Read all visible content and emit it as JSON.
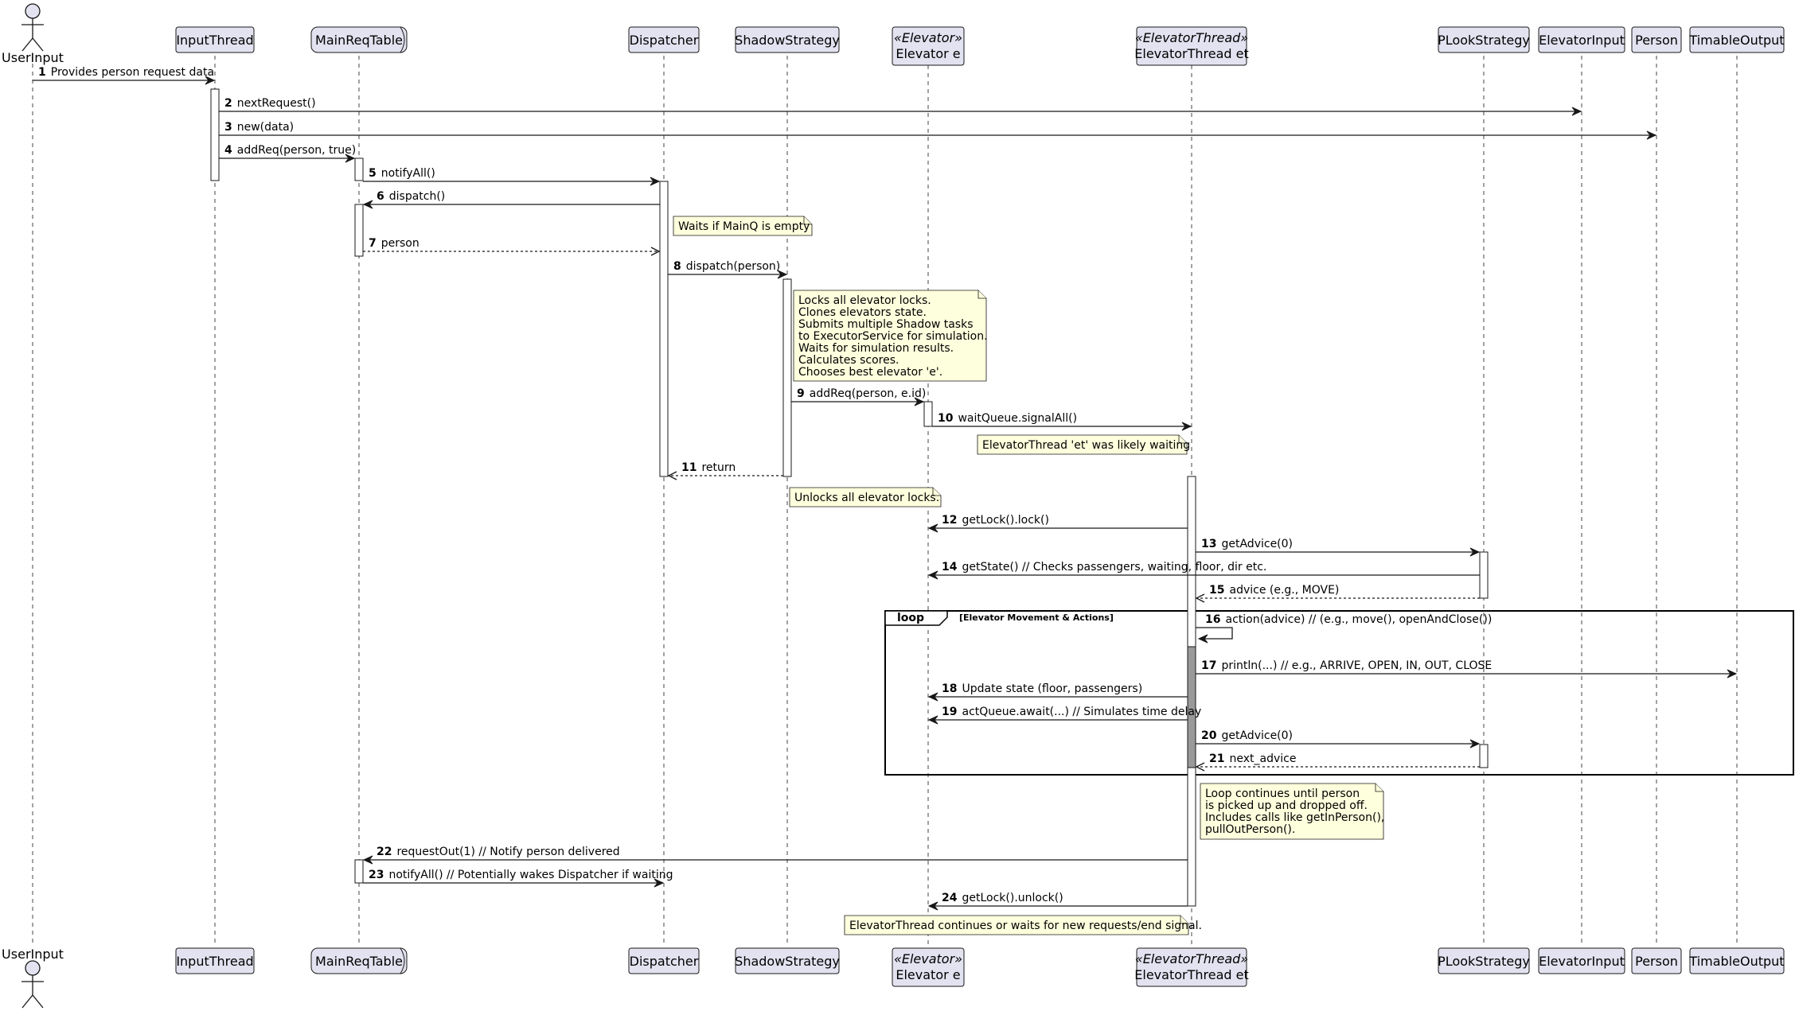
{
  "participants": [
    {
      "id": "UserInput",
      "label": "UserInput",
      "kind": "actor"
    },
    {
      "id": "InputThread",
      "label": "InputThread",
      "kind": "participant"
    },
    {
      "id": "MainReqTable",
      "label": "MainReqTable",
      "kind": "queue"
    },
    {
      "id": "Dispatcher",
      "label": "Dispatcher",
      "kind": "participant"
    },
    {
      "id": "ShadowStrategy",
      "label": "ShadowStrategy",
      "kind": "participant"
    },
    {
      "id": "Elevator",
      "label": "Elevator e",
      "stereotype": "«Elevator»",
      "kind": "participant"
    },
    {
      "id": "ElevatorThread",
      "label": "ElevatorThread et",
      "stereotype": "«ElevatorThread»",
      "kind": "participant"
    },
    {
      "id": "PLookStrategy",
      "label": "PLookStrategy",
      "kind": "participant"
    },
    {
      "id": "ElevatorInput",
      "label": "ElevatorInput",
      "kind": "participant"
    },
    {
      "id": "Person",
      "label": "Person",
      "kind": "participant"
    },
    {
      "id": "TimableOutput",
      "label": "TimableOutput",
      "kind": "participant"
    }
  ],
  "messages": [
    {
      "num": "1",
      "text": "Provides person request data",
      "from": "UserInput",
      "to": "InputThread",
      "style": "solid"
    },
    {
      "num": "2",
      "text": "nextRequest()",
      "from": "InputThread",
      "to": "ElevatorInput",
      "style": "solid"
    },
    {
      "num": "3",
      "text": "new(data)",
      "from": "InputThread",
      "to": "Person",
      "style": "solid"
    },
    {
      "num": "4",
      "text": "addReq(person, true)",
      "from": "InputThread",
      "to": "MainReqTable",
      "style": "solid"
    },
    {
      "num": "5",
      "text": "notifyAll()",
      "from": "MainReqTable",
      "to": "Dispatcher",
      "style": "solid"
    },
    {
      "num": "6",
      "text": "dispatch()",
      "from": "Dispatcher",
      "to": "MainReqTable",
      "style": "solid"
    },
    {
      "num": "7",
      "text": "person",
      "from": "MainReqTable",
      "to": "Dispatcher",
      "style": "dashed"
    },
    {
      "num": "8",
      "text": "dispatch(person)",
      "from": "Dispatcher",
      "to": "ShadowStrategy",
      "style": "solid"
    },
    {
      "num": "9",
      "text": "addReq(person, e.id)",
      "from": "ShadowStrategy",
      "to": "Elevator",
      "style": "solid"
    },
    {
      "num": "10",
      "text": "waitQueue.signalAll()",
      "from": "Elevator",
      "to": "ElevatorThread",
      "style": "solid"
    },
    {
      "num": "11",
      "text": "return",
      "from": "ShadowStrategy",
      "to": "Dispatcher",
      "style": "dashed"
    },
    {
      "num": "12",
      "text": "getLock().lock()",
      "from": "ElevatorThread",
      "to": "Elevator",
      "style": "solid"
    },
    {
      "num": "13",
      "text": "getAdvice(0)",
      "from": "ElevatorThread",
      "to": "PLookStrategy",
      "style": "solid"
    },
    {
      "num": "14",
      "text": "getState() // Checks passengers, waiting, floor, dir etc.",
      "from": "PLookStrategy",
      "to": "Elevator",
      "style": "solid"
    },
    {
      "num": "15",
      "text": "advice (e.g., MOVE)",
      "from": "PLookStrategy",
      "to": "ElevatorThread",
      "style": "dashed"
    },
    {
      "num": "16",
      "text": "action(advice) // (e.g., move(), openAndClose())",
      "from": "ElevatorThread",
      "to": "ElevatorThread",
      "style": "self"
    },
    {
      "num": "17",
      "text": "println(...) // e.g., ARRIVE, OPEN, IN, OUT, CLOSE",
      "from": "ElevatorThread",
      "to": "TimableOutput",
      "style": "solid"
    },
    {
      "num": "18",
      "text": "Update state (floor, passengers)",
      "from": "ElevatorThread",
      "to": "Elevator",
      "style": "solid"
    },
    {
      "num": "19",
      "text": "actQueue.await(...) // Simulates time delay",
      "from": "ElevatorThread",
      "to": "Elevator",
      "style": "solid"
    },
    {
      "num": "20",
      "text": "getAdvice(0)",
      "from": "ElevatorThread",
      "to": "PLookStrategy",
      "style": "solid"
    },
    {
      "num": "21",
      "text": "next_advice",
      "from": "PLookStrategy",
      "to": "ElevatorThread",
      "style": "dashed"
    },
    {
      "num": "22",
      "text": "requestOut(1) // Notify person delivered",
      "from": "ElevatorThread",
      "to": "MainReqTable",
      "style": "solid"
    },
    {
      "num": "23",
      "text": "notifyAll() // Potentially wakes Dispatcher if waiting",
      "from": "MainReqTable",
      "to": "Dispatcher",
      "style": "solid"
    },
    {
      "num": "24",
      "text": "getLock().unlock()",
      "from": "ElevatorThread",
      "to": "Elevator",
      "style": "solid"
    }
  ],
  "notes": [
    {
      "id": "n1",
      "lines": [
        "Waits if MainQ is empty"
      ]
    },
    {
      "id": "n2",
      "lines": [
        "Locks all elevator locks.",
        "Clones elevators state.",
        "Submits multiple Shadow tasks",
        "to ExecutorService for simulation.",
        "Waits for simulation results.",
        "Calculates scores.",
        "Chooses best elevator 'e'."
      ]
    },
    {
      "id": "n3",
      "lines": [
        "ElevatorThread 'et' was likely waiting"
      ]
    },
    {
      "id": "n4",
      "lines": [
        "Unlocks all elevator locks."
      ]
    },
    {
      "id": "n5",
      "lines": [
        "Loop continues until person",
        "is picked up and dropped off.",
        "Includes calls like getInPerson(),",
        "pullOutPerson()."
      ]
    },
    {
      "id": "n6",
      "lines": [
        "ElevatorThread continues or waits for new requests/end signal."
      ]
    }
  ],
  "loop": {
    "keyword": "loop",
    "condition": "[Elevator Movement & Actions]"
  }
}
